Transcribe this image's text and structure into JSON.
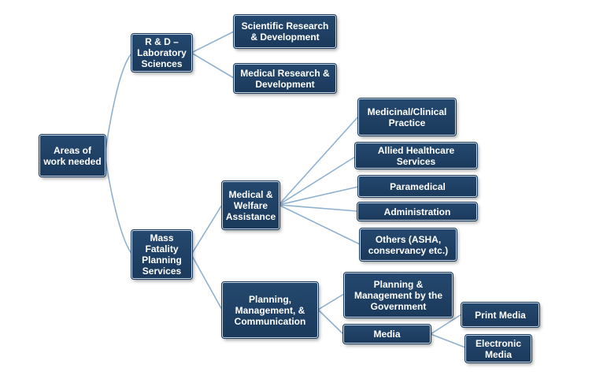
{
  "nodes": {
    "root": "Areas of work needed",
    "rnd": "R & D – Laboratory Sciences",
    "sci": "Scientific Research & Development",
    "med_rd": "Medical Research & Development",
    "mass": "Mass Fatality Planning Services",
    "welfare": "Medical & Welfare Assistance",
    "clinical": "Medicinal/Clinical Practice",
    "allied": "Allied Healthcare Services",
    "para": "Paramedical",
    "admin": "Administration",
    "others": "Others (ASHA, conservancy etc.)",
    "pmc": "Planning, Management, & Communication",
    "govt": "Planning & Management by the Government",
    "media": "Media",
    "print": "Print Media",
    "electronic": "Electronic Media"
  },
  "colors": {
    "node_fill": "#1b3a5c",
    "node_text": "#ffffff",
    "connector": "#8fb0cf"
  }
}
